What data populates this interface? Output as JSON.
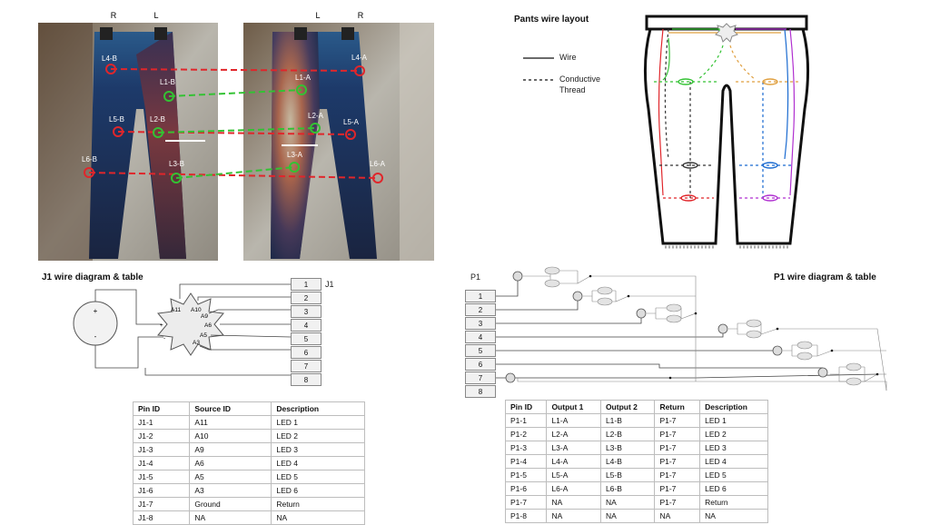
{
  "photo": {
    "top_labels_left": [
      "R",
      "L"
    ],
    "top_labels_right": [
      "L",
      "R"
    ],
    "markers_left": [
      "L4-B",
      "L1-B",
      "L5-B",
      "L2-B",
      "L6-B",
      "L3-B"
    ],
    "markers_right": [
      "L4-A",
      "L1-A",
      "L2-A",
      "L5-A",
      "L3-A",
      "L6-A"
    ]
  },
  "layout": {
    "title": "Pants wire layout",
    "legend_wire": "Wire",
    "legend_thread_1": "Conductive",
    "legend_thread_2": "Thread"
  },
  "j1": {
    "title": "J1 wire diagram & table",
    "connector": "J1",
    "pins": [
      "1",
      "2",
      "3",
      "4",
      "5",
      "6",
      "7",
      "8"
    ],
    "battery_plus": "+",
    "battery_minus": "-",
    "chip_labels": [
      "A11",
      "A10",
      "A9",
      "A6",
      "A5",
      "A3",
      "+",
      "-"
    ],
    "table": {
      "headers": [
        "Pin ID",
        "Source ID",
        "Description"
      ],
      "rows": [
        [
          "J1-1",
          "A11",
          "LED 1"
        ],
        [
          "J1-2",
          "A10",
          "LED 2"
        ],
        [
          "J1-3",
          "A9",
          "LED 3"
        ],
        [
          "J1-4",
          "A6",
          "LED 4"
        ],
        [
          "J1-5",
          "A5",
          "LED 5"
        ],
        [
          "J1-6",
          "A3",
          "LED 6"
        ],
        [
          "J1-7",
          "Ground",
          "Return"
        ],
        [
          "J1-8",
          "NA",
          "NA"
        ]
      ]
    }
  },
  "p1": {
    "title": "P1 wire diagram & table",
    "connector": "P1",
    "pins": [
      "1",
      "2",
      "3",
      "4",
      "5",
      "6",
      "7",
      "8"
    ],
    "table": {
      "headers": [
        "Pin ID",
        "Output 1",
        "Output 2",
        "Return",
        "Description"
      ],
      "rows": [
        [
          "P1-1",
          "L1-A",
          "L1-B",
          "P1-7",
          "LED 1"
        ],
        [
          "P1-2",
          "L2-A",
          "L2-B",
          "P1-7",
          "LED 2"
        ],
        [
          "P1-3",
          "L3-A",
          "L3-B",
          "P1-7",
          "LED 3"
        ],
        [
          "P1-4",
          "L4-A",
          "L4-B",
          "P1-7",
          "LED 4"
        ],
        [
          "P1-5",
          "L5-A",
          "L5-B",
          "P1-7",
          "LED 5"
        ],
        [
          "P1-6",
          "L6-A",
          "L6-B",
          "P1-7",
          "LED 6"
        ],
        [
          "P1-7",
          "NA",
          "NA",
          "P1-7",
          "Return"
        ],
        [
          "P1-8",
          "NA",
          "NA",
          "NA",
          "NA"
        ]
      ]
    }
  },
  "colors": {
    "red_dash": "#e0262b",
    "green_dash": "#33c233",
    "background_photo": "#7a6e62"
  }
}
